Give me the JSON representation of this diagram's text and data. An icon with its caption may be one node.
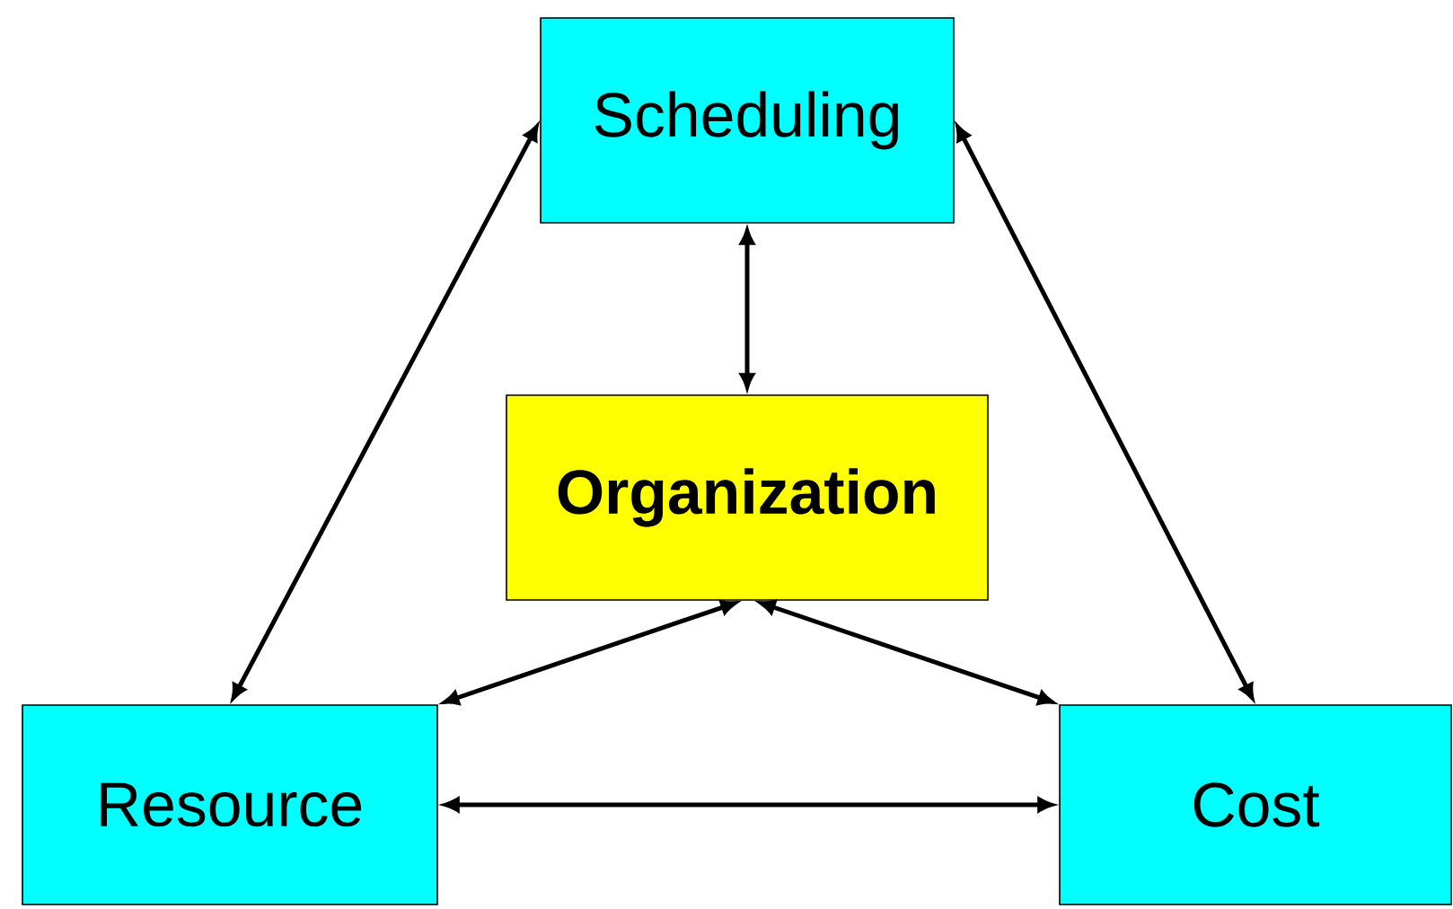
{
  "diagram": {
    "nodes": [
      {
        "text": [
          "Scheduling"
        ]
      },
      {
        "text": [
          "**Organization**"
        ]
      },
      {
        "text": [
          "Resource"
        ]
      },
      {
        "text": [
          "Cost"
        ]
      }
    ],
    "edges": [
      {
        "from": 0,
        "to": 2,
        "arrow": "both"
      },
      {
        "from": 0,
        "to": 3,
        "arrow": "both"
      },
      {
        "from": 0,
        "to": 1,
        "arrow": "both"
      },
      {
        "from": 1,
        "to": 2,
        "arrow": "both"
      },
      {
        "from": 1,
        "to": 3,
        "arrow": "both"
      },
      {
        "from": 2,
        "to": 3,
        "arrow": "both"
      }
    ]
  }
}
